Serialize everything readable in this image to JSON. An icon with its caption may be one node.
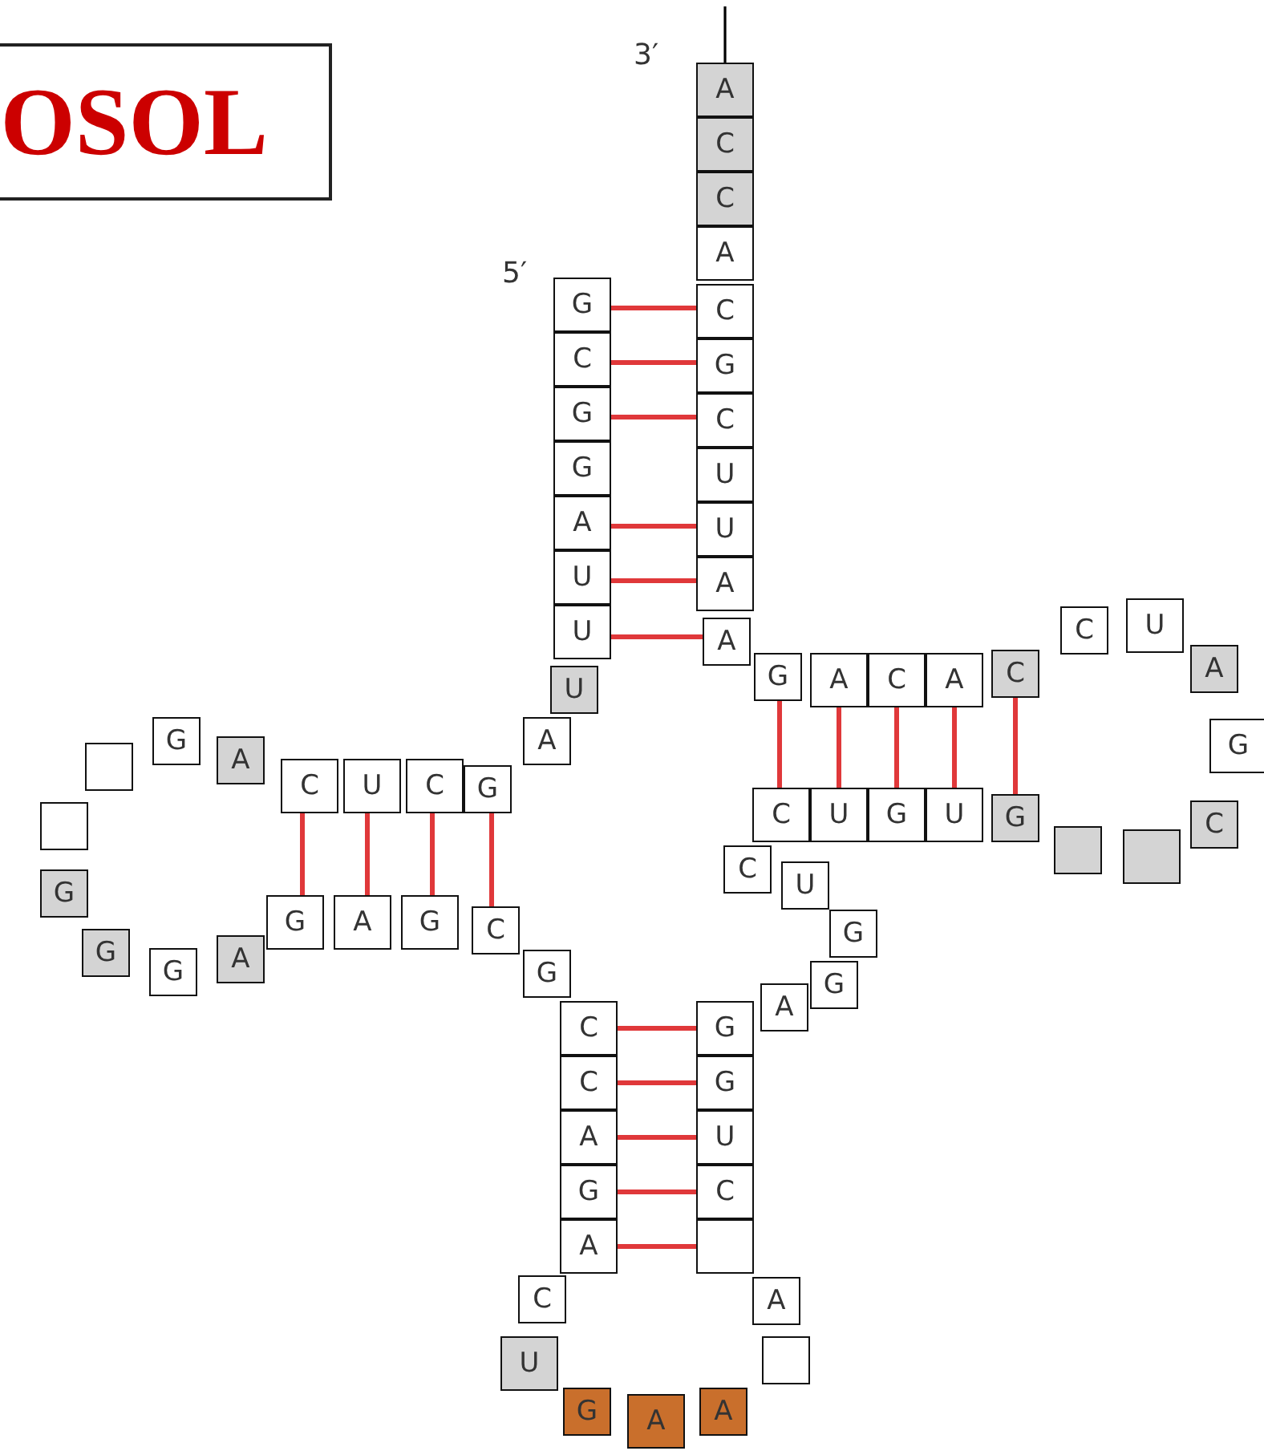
{
  "diagram": {
    "nodes": [
      {
        "text": [
          "OSOL"
        ]
      },
      {
        "text": [
          "G"
        ]
      },
      {
        "text": [
          "C"
        ]
      },
      {
        "text": [
          "G"
        ]
      },
      {
        "text": [
          "G"
        ]
      },
      {
        "text": [
          "A"
        ]
      },
      {
        "text": [
          "U"
        ]
      },
      {
        "text": [
          "U"
        ]
      },
      {
        "text": [
          "U"
        ]
      },
      {
        "text": [
          "A"
        ]
      },
      {
        "text": [
          "G"
        ]
      },
      {
        "text": [
          "C"
        ]
      },
      {
        "text": [
          "U"
        ]
      },
      {
        "text": [
          "C"
        ]
      },
      {
        "text": [
          "A"
        ]
      },
      {
        "text": [
          "G"
        ]
      },
      {
        "text": [],
        "shape": "box"
      },
      {
        "text": [],
        "shape": "box"
      },
      {
        "text": [
          "G"
        ]
      },
      {
        "text": [
          "G"
        ]
      },
      {
        "text": [
          "G"
        ]
      },
      {
        "text": [
          "A"
        ]
      },
      {
        "text": [
          "G"
        ]
      },
      {
        "text": [
          "A"
        ]
      },
      {
        "text": [
          "G"
        ]
      },
      {
        "text": [
          "C"
        ]
      },
      {
        "text": [
          "G"
        ]
      },
      {
        "text": [
          "C"
        ]
      },
      {
        "text": [
          "C"
        ]
      },
      {
        "text": [
          "A"
        ]
      },
      {
        "text": [
          "G"
        ]
      },
      {
        "text": [
          "A"
        ]
      },
      {
        "text": [
          "C"
        ]
      },
      {
        "text": [
          "U"
        ]
      },
      {
        "text": [
          "G"
        ]
      },
      {
        "text": [
          "A"
        ]
      },
      {
        "text": [
          "A"
        ]
      },
      {
        "text": [],
        "shape": "box"
      },
      {
        "text": [
          "A"
        ]
      },
      {
        "text": [],
        "shape": "box"
      },
      {
        "text": [
          "C"
        ]
      },
      {
        "text": [
          "U"
        ]
      },
      {
        "text": [
          "G"
        ]
      },
      {
        "text": [
          "G"
        ]
      },
      {
        "text": [
          "A"
        ]
      },
      {
        "text": [
          "G"
        ]
      },
      {
        "text": [
          "G"
        ]
      },
      {
        "text": [
          "U"
        ]
      },
      {
        "text": [
          "C"
        ]
      },
      {
        "text": [
          "C"
        ]
      },
      {
        "text": [
          "U"
        ]
      },
      {
        "text": [
          "G"
        ]
      },
      {
        "text": [
          "U"
        ]
      },
      {
        "text": [
          "G"
        ]
      },
      {
        "text": [],
        "shape": "box"
      },
      {
        "text": [],
        "shape": "box"
      },
      {
        "text": [
          "C"
        ]
      },
      {
        "text": [
          "G"
        ]
      },
      {
        "text": [
          "A"
        ]
      },
      {
        "text": [
          "U"
        ]
      },
      {
        "text": [
          "C"
        ]
      },
      {
        "text": [
          "C"
        ]
      },
      {
        "text": [
          "A"
        ]
      },
      {
        "text": [
          "C"
        ]
      },
      {
        "text": [
          "A"
        ]
      },
      {
        "text": [
          "G"
        ]
      },
      {
        "text": [
          "A"
        ]
      },
      {
        "text": [
          "A"
        ]
      },
      {
        "text": [
          "U"
        ]
      },
      {
        "text": [
          "U"
        ]
      },
      {
        "text": [
          "C"
        ]
      },
      {
        "text": [
          "G"
        ]
      },
      {
        "text": [
          "C"
        ]
      },
      {
        "text": [
          "A"
        ]
      },
      {
        "text": [
          "C"
        ]
      },
      {
        "text": [
          "C"
        ]
      },
      {
        "text": [
          "A"
        ]
      }
    ],
    "edges": [
      {
        "from": 1,
        "to": 72,
        "arrow": "none"
      },
      {
        "from": 2,
        "to": 71,
        "arrow": "none"
      },
      {
        "from": 3,
        "to": 70,
        "arrow": "none"
      },
      {
        "from": 5,
        "to": 68,
        "arrow": "none"
      },
      {
        "from": 6,
        "to": 67,
        "arrow": "none"
      },
      {
        "from": 7,
        "to": 66,
        "arrow": "none"
      },
      {
        "from": 13,
        "to": 22,
        "arrow": "none"
      },
      {
        "from": 12,
        "to": 23,
        "arrow": "none"
      },
      {
        "from": 11,
        "to": 24,
        "arrow": "none"
      },
      {
        "from": 10,
        "to": 25,
        "arrow": "none"
      },
      {
        "from": 49,
        "to": 65,
        "arrow": "none"
      },
      {
        "from": 50,
        "to": 64,
        "arrow": "none"
      },
      {
        "from": 51,
        "to": 63,
        "arrow": "none"
      },
      {
        "from": 52,
        "to": 62,
        "arrow": "none"
      },
      {
        "from": 53,
        "to": 61,
        "arrow": "none"
      },
      {
        "from": 27,
        "to": 43,
        "arrow": "none"
      },
      {
        "from": 28,
        "to": 42,
        "arrow": "none"
      },
      {
        "from": 29,
        "to": 41,
        "arrow": "none"
      },
      {
        "from": 30,
        "to": 40,
        "arrow": "none"
      },
      {
        "from": 31,
        "to": 39,
        "arrow": "none"
      },
      {
        "from": 76,
        "to": null,
        "arrow": "none",
        "color": "#000000"
      }
    ],
    "labels": [
      "3′",
      "5′"
    ]
  }
}
